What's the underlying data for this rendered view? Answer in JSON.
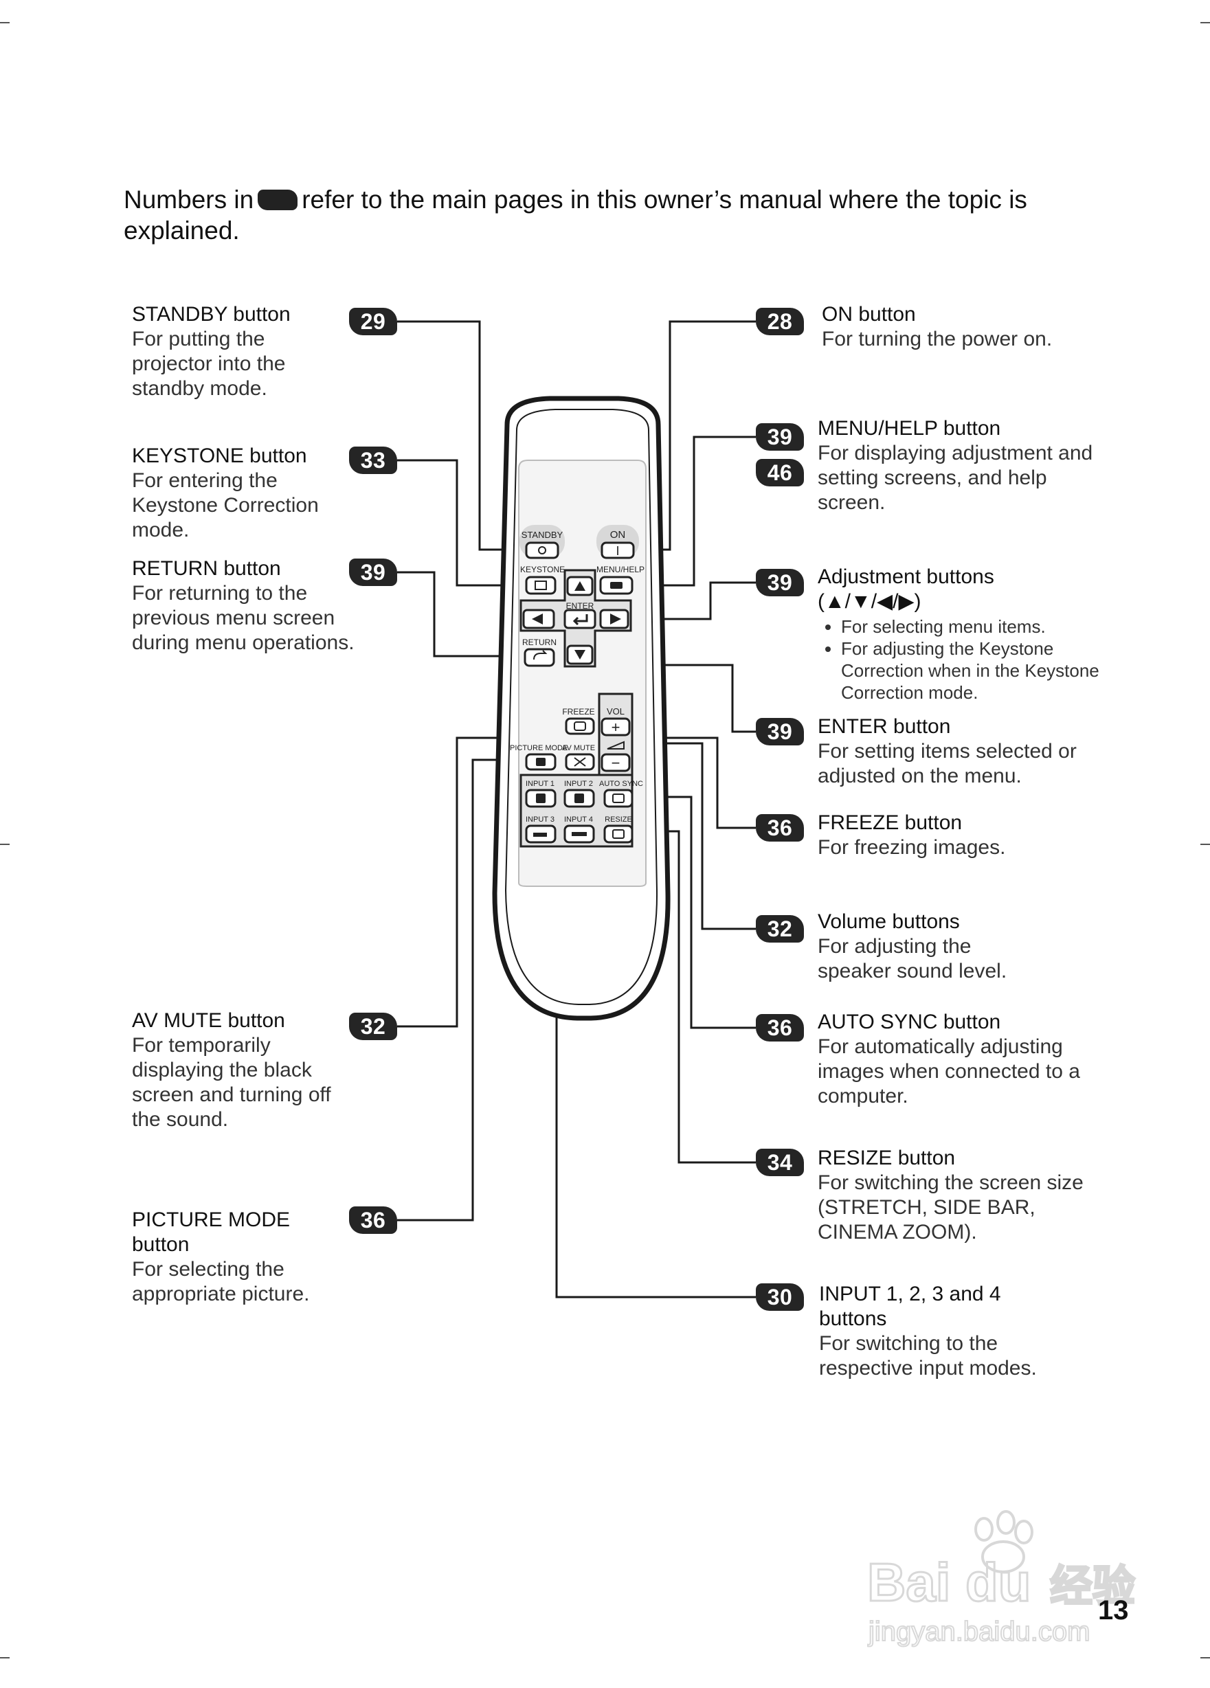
{
  "intro": {
    "before": "Numbers in",
    "after": "refer to the main pages in this owner’s manual where the topic is explained."
  },
  "left_items": [
    {
      "badge": "29",
      "title": "STANDBY button",
      "body": "For putting the projector into the standby mode."
    },
    {
      "badge": "33",
      "title": "KEYSTONE button",
      "body": "For entering the Keystone Correction mode."
    },
    {
      "badge": "39",
      "title": "RETURN button",
      "body": "For returning to the previous menu screen during menu operations."
    },
    {
      "badge": "32",
      "title": "AV MUTE button",
      "body": "For temporarily displaying the black screen and turning off the sound."
    },
    {
      "badge": "36",
      "title": "PICTURE MODE button",
      "body": "For selecting the appropriate picture."
    }
  ],
  "right_items": [
    {
      "badges": [
        "28"
      ],
      "title": "ON button",
      "body": "For turning the power on."
    },
    {
      "badges": [
        "39",
        "46"
      ],
      "title": "MENU/HELP button",
      "body": "For displaying adjustment and setting screens, and help screen."
    },
    {
      "badges": [
        "39"
      ],
      "title": "Adjustment buttons",
      "title2": "(▲/▼/◀/▶)",
      "bullets": [
        "For selecting menu items.",
        "For adjusting the Keystone Correction when in the Keystone Correction mode."
      ]
    },
    {
      "badges": [
        "39"
      ],
      "title": "ENTER button",
      "body": "For setting items selected or adjusted on the menu."
    },
    {
      "badges": [
        "36"
      ],
      "title": "FREEZE button",
      "body": "For freezing images."
    },
    {
      "badges": [
        "32"
      ],
      "title": "Volume buttons",
      "body": "For adjusting the speaker sound level."
    },
    {
      "badges": [
        "36"
      ],
      "title": "AUTO SYNC button",
      "body": "For automatically adjusting images when connected to a computer."
    },
    {
      "badges": [
        "34"
      ],
      "title": "RESIZE button",
      "body": "For switching the screen size (STRETCH, SIDE BAR, CINEMA ZOOM)."
    },
    {
      "badges": [
        "30"
      ],
      "title": "INPUT 1, 2, 3 and 4 buttons",
      "body": "For switching to the respective input modes."
    }
  ],
  "remote_labels": {
    "standby": "STANDBY",
    "on": "ON",
    "keystone": "KEYSTONE",
    "menu_help": "MENU/HELP",
    "enter": "ENTER",
    "return": "RETURN",
    "freeze": "FREEZE",
    "vol": "VOL",
    "picture_mode": "PICTURE MODE",
    "av_mute": "AV MUTE",
    "input1": "INPUT 1",
    "input2": "INPUT 2",
    "auto_sync": "AUTO SYNC",
    "input3": "INPUT 3",
    "input4": "INPUT 4",
    "resize": "RESIZE",
    "plus": "+",
    "minus": "−",
    "on_glyph": "I"
  },
  "watermark": {
    "brand": "Bai du",
    "cn": "经验",
    "url": "jingyan.baidu.com"
  },
  "page_number": "13"
}
